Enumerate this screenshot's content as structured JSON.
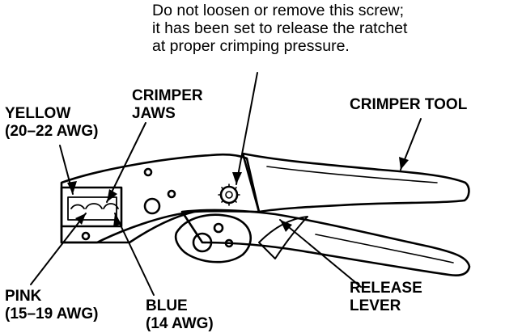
{
  "note": {
    "line1": "Do not loosen or remove this screw;",
    "line2": "it has been set to release the ratchet",
    "line3": "at proper crimping pressure."
  },
  "labels": {
    "yellow": {
      "line1": "YELLOW",
      "line2": "(20–22 AWG)"
    },
    "crimper_jaws": {
      "line1": "CRIMPER",
      "line2": "JAWS"
    },
    "crimper_tool": {
      "line1": "CRIMPER TOOL"
    },
    "pink": {
      "line1": "PINK",
      "line2": "(15–19 AWG)"
    },
    "blue": {
      "line1": "BLUE",
      "line2": "(14 AWG)"
    },
    "release_lever": {
      "line1": "RELEASE",
      "line2": "LEVER"
    }
  },
  "colors": {
    "ink": "#000000",
    "paper": "#ffffff"
  }
}
